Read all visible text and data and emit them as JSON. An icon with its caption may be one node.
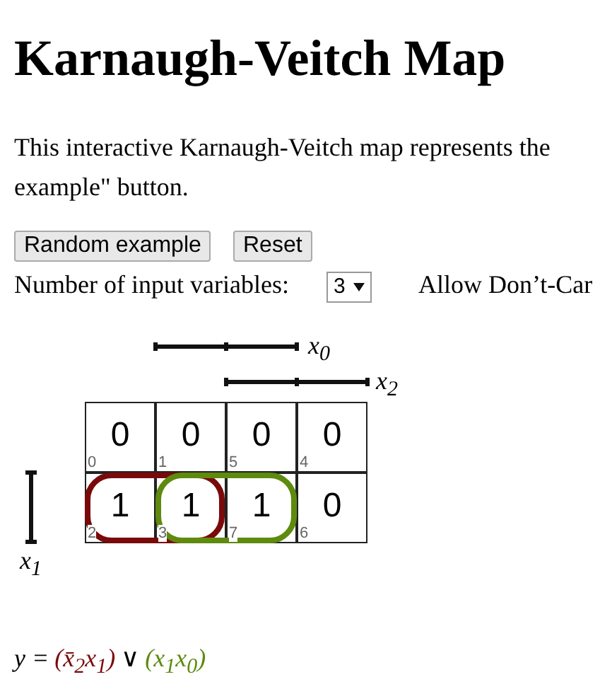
{
  "diagram": {
    "title": "Karnaugh-Veitch Map",
    "labels": [
      "This interactive Karnaugh-Veitch map represents the example\" button.",
      "Random example",
      "Reset",
      "Number of input variables:",
      "3",
      "Allow Don’t-Car",
      "x$_{0}$",
      "x$_{2}$",
      "0",
      "0",
      "0",
      "1",
      "0",
      "5",
      "0",
      "4",
      "1",
      "2",
      "1",
      "3",
      "1",
      "7",
      "0",
      "6",
      "x$_{1}$",
      "y =",
      "(x̄$_{2}$x$_{1}$)",
      "∨",
      "(x$_{1}$x$_{0}$)"
    ]
  }
}
